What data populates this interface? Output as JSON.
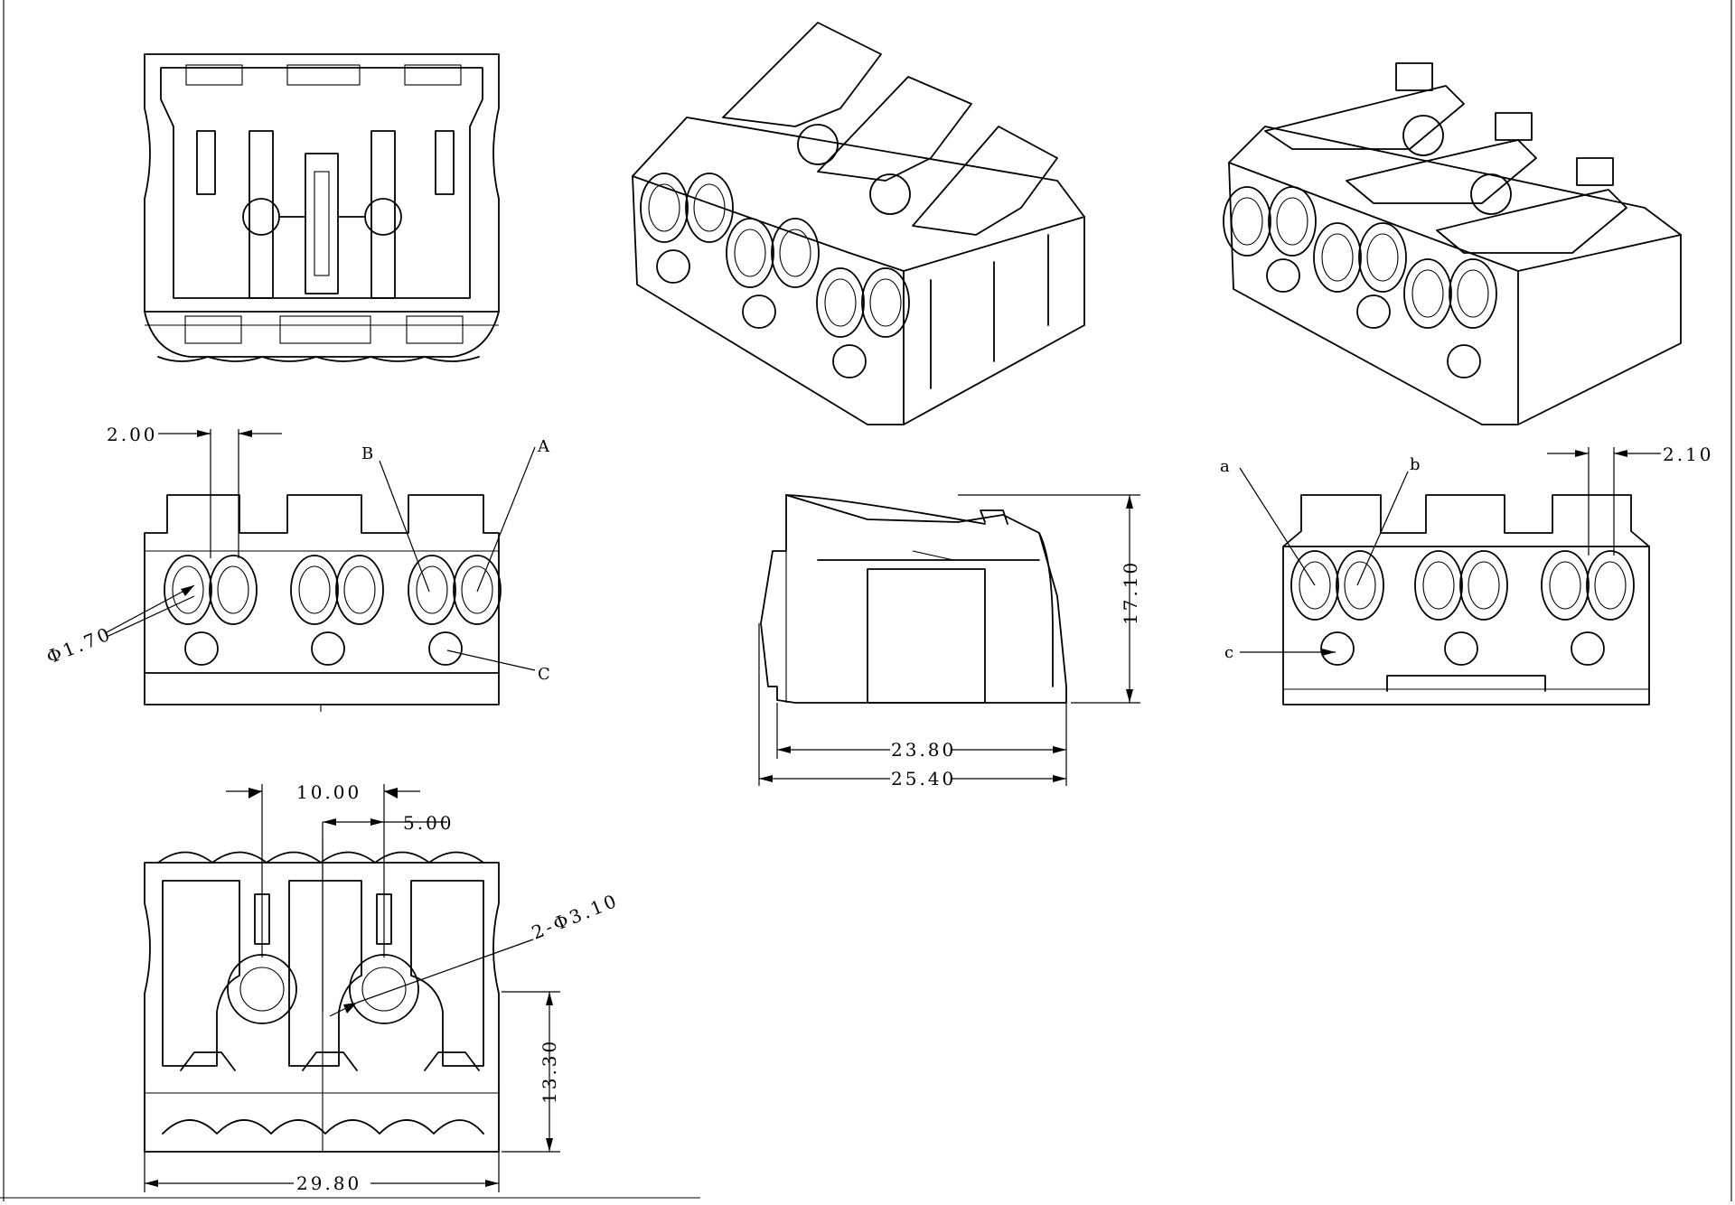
{
  "labels": {
    "A": "A",
    "B": "B",
    "C": "C",
    "a": "a",
    "b": "b",
    "c": "c"
  },
  "dimensions": {
    "front_pitch": "2.00",
    "front_wire_dia": "Φ1.70",
    "back_pitch": "2.10",
    "side_height": "17.10",
    "side_inner_length": "23.80",
    "side_total_length": "25.40",
    "bottom_pitch": "10.00",
    "bottom_half_pitch": "5.00",
    "bottom_hole_dia": "2-Φ3.10",
    "bottom_depth": "13.30",
    "bottom_width": "29.80"
  }
}
